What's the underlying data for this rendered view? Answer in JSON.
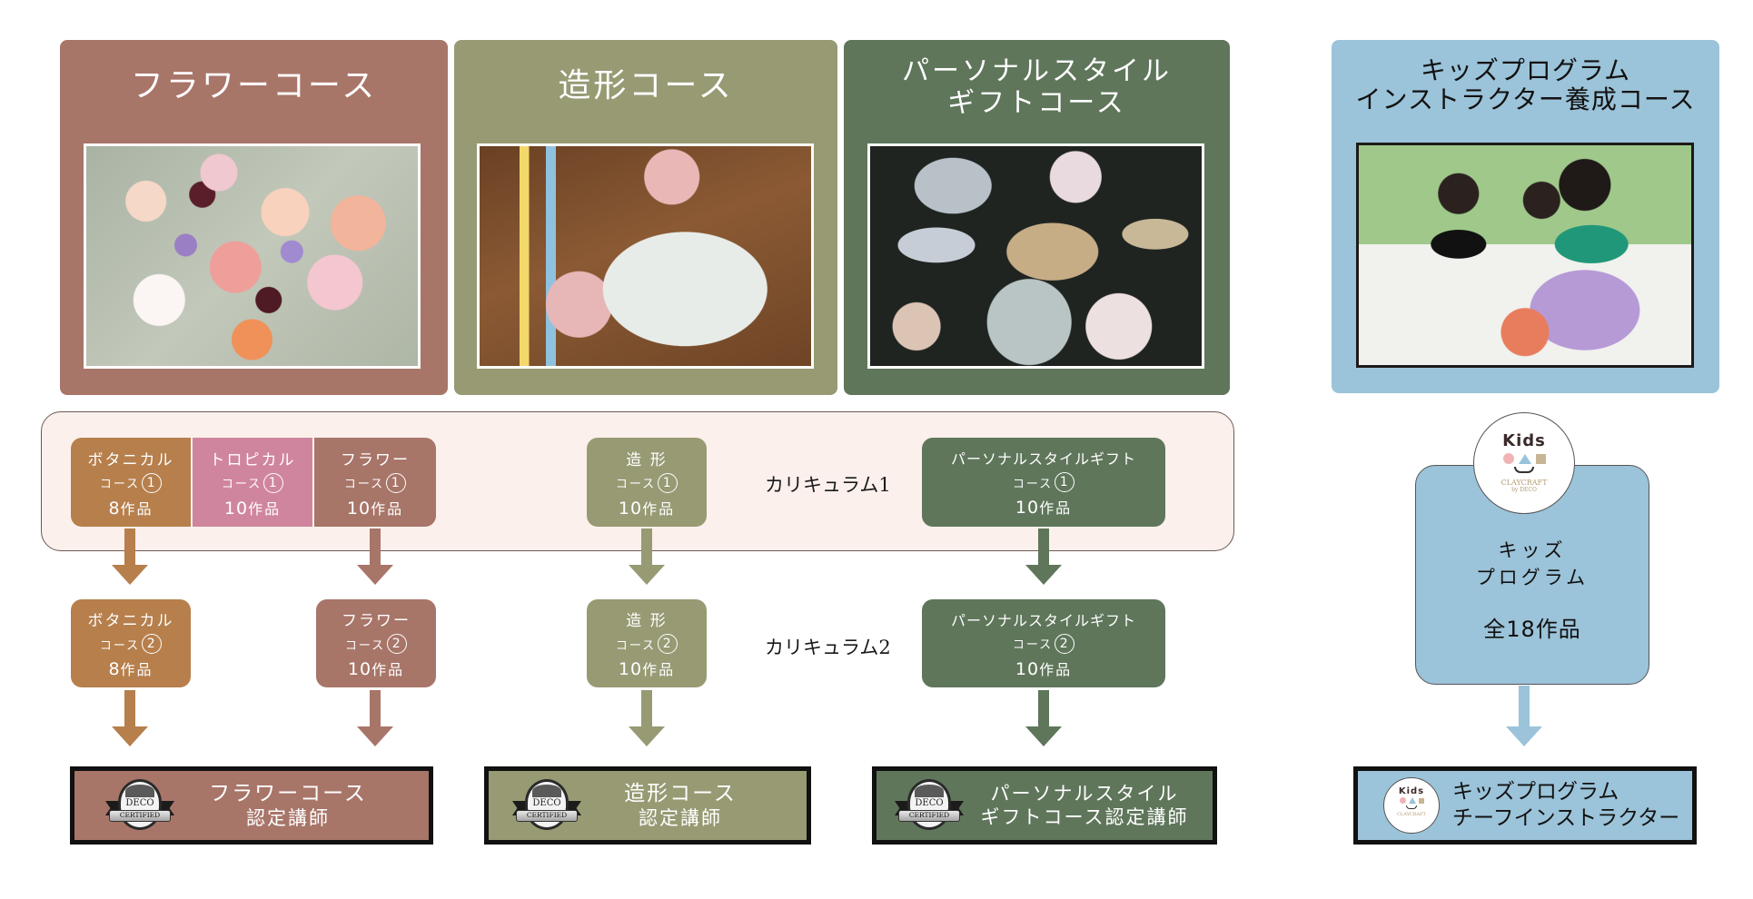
{
  "colors": {
    "flower": "#a87569",
    "zokei": "#979a73",
    "gift": "#5f765b",
    "kids": "#9bc3d9",
    "botanical": "#b67f4c",
    "tropical": "#d0859e",
    "band1_bg": "#fbf0ec",
    "band2_bg": "#f7e4dc"
  },
  "courses": [
    {
      "id": "flower",
      "title": "フラワーコース",
      "photo": "flower-photo"
    },
    {
      "id": "zokei",
      "title": "造形コース",
      "photo": "clay-houses-photo"
    },
    {
      "id": "gift",
      "title_lines": [
        "パーソナルスタイル",
        "ギフトコース"
      ],
      "photo": "decorated-cookies-photo"
    },
    {
      "id": "kids",
      "title_lines": [
        "キッズプログラム",
        "インストラクター養成コース"
      ],
      "photo": "kids-workshop-photo"
    }
  ],
  "curriculum": [
    {
      "label": "カリキュラム1",
      "boxes": [
        {
          "name": "ボタニカル",
          "course": "コース",
          "num": "1",
          "count": "8",
          "unit": "作品"
        },
        {
          "name": "トロピカル",
          "course": "コース",
          "num": "1",
          "count": "10",
          "unit": "作品"
        },
        {
          "name": "フラワー",
          "course": "コース",
          "num": "1",
          "count": "10",
          "unit": "作品"
        },
        {
          "name": "造 形",
          "course": "コース",
          "num": "1",
          "count": "10",
          "unit": "作品"
        },
        {
          "name": "パーソナルスタイルギフト",
          "course": "コース",
          "num": "1",
          "count": "10",
          "unit": "作品"
        }
      ]
    },
    {
      "label": "カリキュラム2",
      "boxes": [
        {
          "name": "ボタニカル",
          "course": "コース",
          "num": "2",
          "count": "8",
          "unit": "作品"
        },
        {
          "name": "フラワー",
          "course": "コース",
          "num": "2",
          "count": "10",
          "unit": "作品"
        },
        {
          "name": "造 形",
          "course": "コース",
          "num": "2",
          "count": "10",
          "unit": "作品"
        },
        {
          "name": "パーソナルスタイルギフト",
          "course": "コース",
          "num": "2",
          "count": "10",
          "unit": "作品"
        }
      ]
    }
  ],
  "kids_program": {
    "logo": {
      "word": "Kids",
      "brand": "CLAYCRAFT",
      "by": "by DECO"
    },
    "title_lines": [
      "キッズ",
      "プログラム"
    ],
    "total": "全18作品"
  },
  "certifications": [
    {
      "id": "flower",
      "lines": [
        "フラワーコース",
        "認定講師"
      ],
      "badge": {
        "top": "DECO",
        "band": "CERTIFIED"
      }
    },
    {
      "id": "zokei",
      "lines": [
        "造形コース",
        "認定講師"
      ],
      "badge": {
        "top": "DECO",
        "band": "CERTIFIED"
      }
    },
    {
      "id": "gift",
      "lines": [
        "パーソナルスタイル",
        "ギフトコース認定講師"
      ],
      "badge": {
        "top": "DECO",
        "band": "CERTIFIED"
      }
    },
    {
      "id": "kids",
      "lines": [
        "キッズプログラム",
        "チーフインストラクター"
      ]
    }
  ]
}
